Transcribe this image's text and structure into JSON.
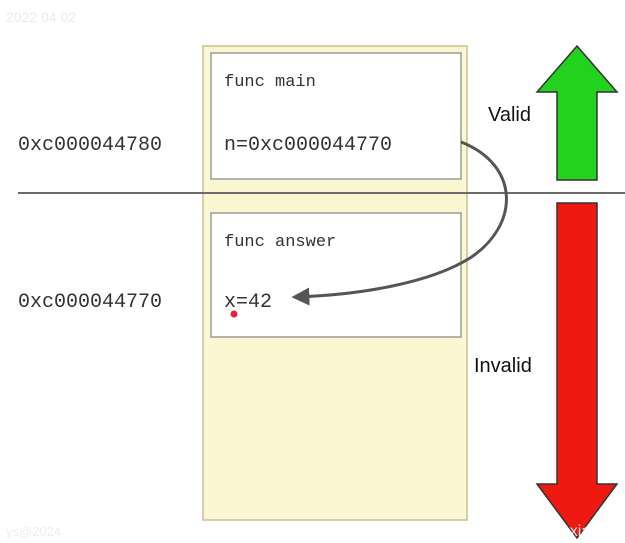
{
  "watermark_top": "2022 04 02",
  "watermark_bottom_left": "ys@2024",
  "watermark_bottom_right": "cnblogs.com/linxiaoxu",
  "frames": {
    "main": {
      "title": "func main",
      "variable": "n=0xc000044770",
      "address": "0xc000044780"
    },
    "answer": {
      "title": "func answer",
      "variable": "x=42",
      "address": "0xc000044770"
    }
  },
  "labels": {
    "valid": "Valid",
    "invalid": "Invalid"
  },
  "colors": {
    "stack_fill": "#fbf7d3",
    "stack_border": "#c7c08f",
    "frame_border": "#9b9b9b",
    "pointer_arrow": "#555555",
    "valid_arrow": "#22d21d",
    "invalid_arrow": "#ee1a12",
    "marker_dot": "#e02437",
    "divider": "#6b6b6b"
  }
}
